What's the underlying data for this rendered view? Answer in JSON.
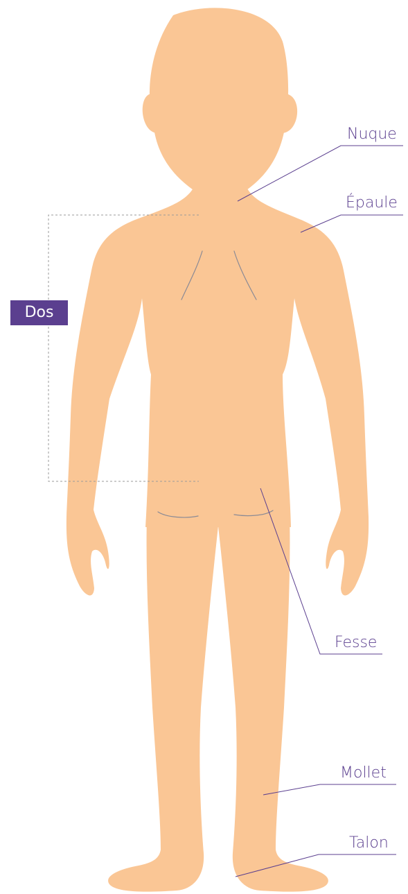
{
  "labels": {
    "nuque": "Nuque",
    "epaule": "Épaule",
    "dos": "Dos",
    "fesse": "Fesse",
    "mollet": "Mollet",
    "talon": "Talon"
  },
  "colors": {
    "skin": "#fac695",
    "accent": "#5b3f8f",
    "crease": "#8a8a95",
    "bracket": "#9a9a9a"
  }
}
